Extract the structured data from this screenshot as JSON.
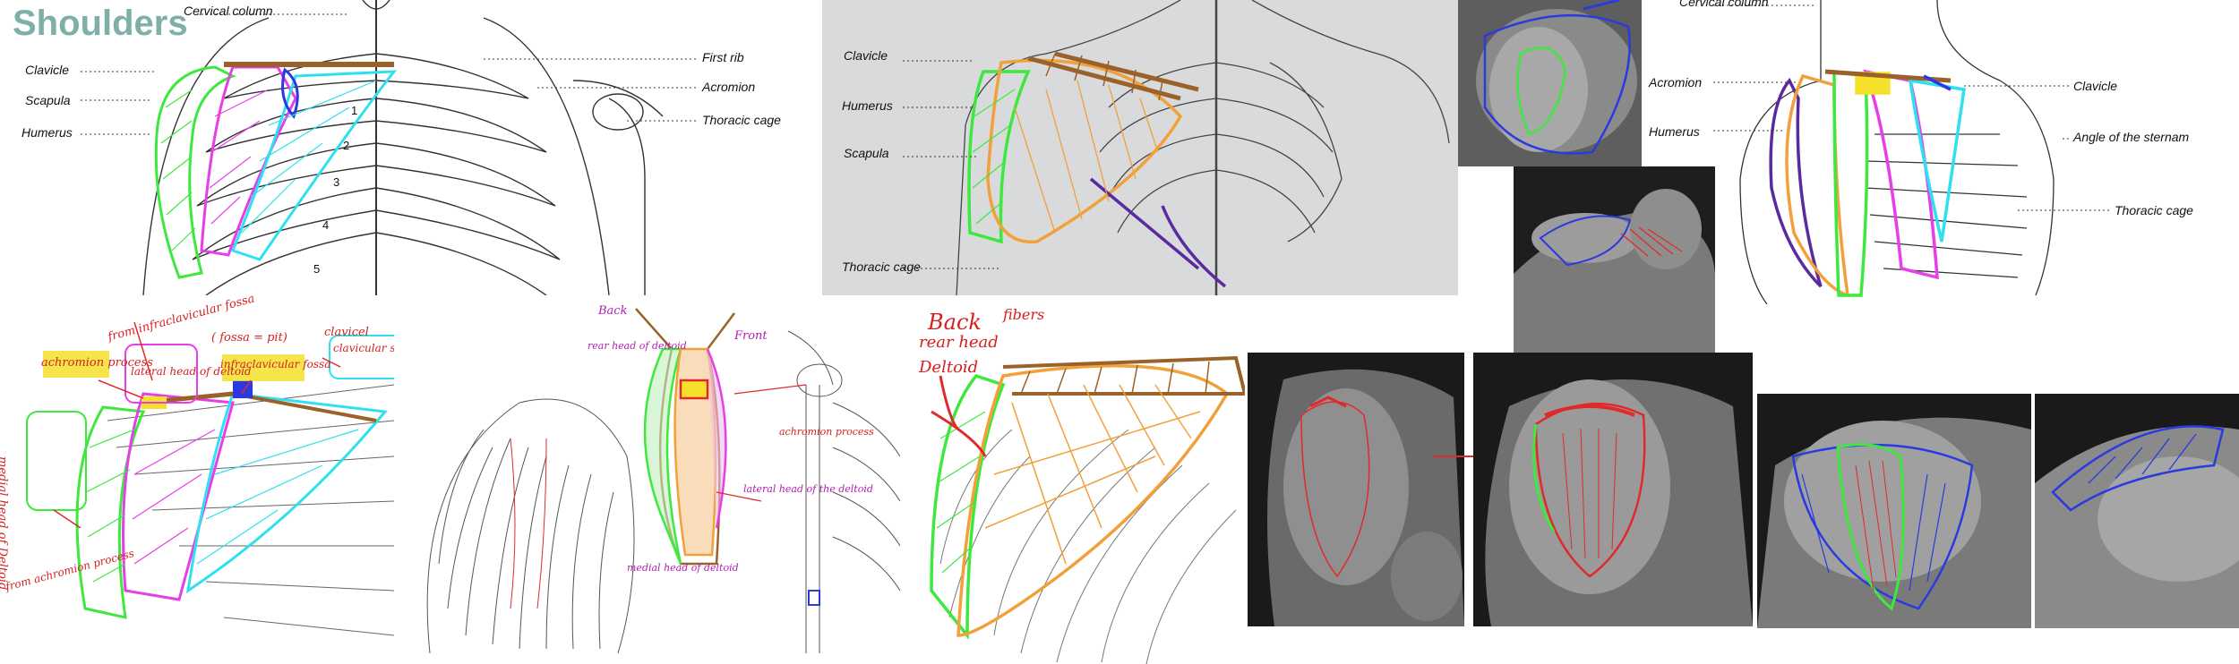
{
  "page": {
    "title": "Shoulders"
  },
  "panel1": {
    "labels": {
      "cervical": "Cervical column",
      "clavicle": "Clavicle",
      "scapula": "Scapula",
      "humerus": "Humerus",
      "first_rib": "First rib",
      "acromion": "Acromion",
      "thoracic": "Thoracic cage"
    },
    "ribs": [
      "1",
      "2",
      "3",
      "4",
      "5"
    ]
  },
  "panel2": {
    "labels": {
      "clavicle": "Clavicle",
      "humerus": "Humerus",
      "scapula": "Scapula",
      "thoracic": "Thoracic cage"
    }
  },
  "panel3": {
    "labels": {
      "cervical": "Cervical column",
      "acromion": "Acromion",
      "humerus": "Humerus",
      "clavicle": "Clavicle",
      "sternum": "Angle of the sternam",
      "thoracic": "Thoracic cage"
    }
  },
  "panel4": {
    "notes": {
      "infraclav_from": "from infraclavicular fossa",
      "acromion_process": "achromion process",
      "lateral_head": "lateral head of deltoid",
      "fossa": "( fossa = pit)",
      "infraclavicular_fossa": "infraclavicular fossa",
      "clavicel": "clavicel",
      "clavicular_section": "clavicular section of the pecs",
      "medial_head": "medial head of Deltoid",
      "from_acromion": "from achromion process"
    }
  },
  "panel5": {
    "notes": {
      "back": "Back",
      "front": "Front",
      "rear_head": "rear head of deltoid",
      "achromion_process": "achromion process",
      "lateral_head": "lateral head of the deltoid",
      "medial_head": "medial head of deltoid"
    }
  },
  "panel6": {
    "notes": {
      "back": "Back",
      "rear_head": "rear head",
      "deltoid": "Deltoid",
      "fibers": "fibers"
    }
  },
  "colors": {
    "title": "#7fb0a8",
    "green": "#3ee83e",
    "magenta": "#e83ee8",
    "cyan": "#2ee0f0",
    "brown": "#9a6228",
    "orange": "#f2a03a",
    "purple": "#5a2aa0",
    "blue": "#2a3ae0",
    "red": "#e02a2a",
    "yellow": "#f5e02a"
  }
}
